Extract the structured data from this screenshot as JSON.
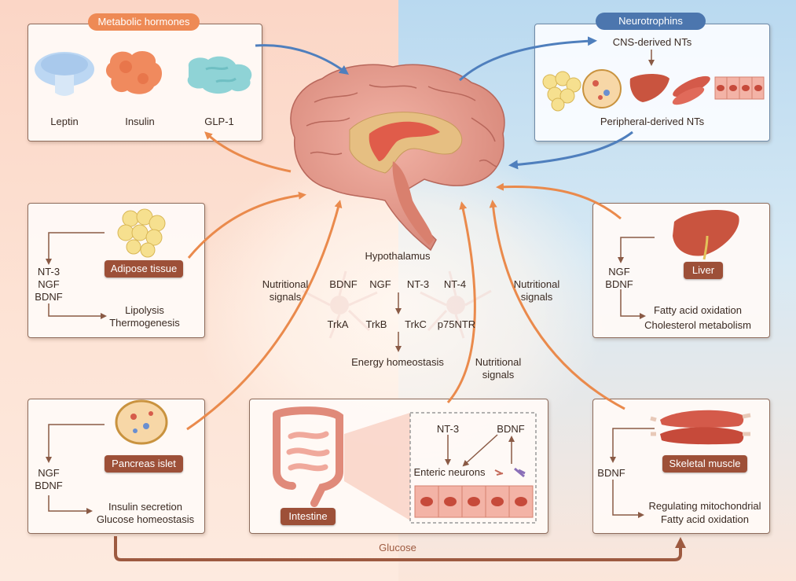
{
  "headers": {
    "metabolic_hormones": "Metabolic hormones",
    "neurotrophins": "Neurotrophins"
  },
  "hormones": {
    "leptin": "Leptin",
    "insulin": "Insulin",
    "glp1": "GLP-1"
  },
  "neuro_box": {
    "cns": "CNS-derived NTs",
    "peripheral": "Peripheral-derived NTs"
  },
  "hypothalamus": {
    "title": "Hypothalamus",
    "ligands": [
      "BDNF",
      "NGF",
      "NT-3",
      "NT-4"
    ],
    "receptors": [
      "TrkA",
      "TrkB",
      "TrkC",
      "p75NTR"
    ],
    "outcome": "Energy homeostasis"
  },
  "nutritional_signals": [
    "Nutritional",
    "signals"
  ],
  "adipose": {
    "tag": "Adipose tissue",
    "factors": [
      "NT-3",
      "NGF",
      "BDNF"
    ],
    "effects": [
      "Lipolysis",
      "Thermogenesis"
    ]
  },
  "liver": {
    "tag": "Liver",
    "factors": [
      "NGF",
      "BDNF"
    ],
    "effects": [
      "Fatty acid oxidation",
      "Cholesterol metabolism"
    ]
  },
  "pancreas": {
    "tag": "Pancreas islet",
    "factors": [
      "NGF",
      "BDNF"
    ],
    "effects": [
      "Insulin secretion",
      "Glucose homeostasis"
    ]
  },
  "intestine": {
    "tag": "Intestine",
    "nt3": "NT-3",
    "bdnf": "BDNF",
    "enteric": "Enteric neurons"
  },
  "muscle": {
    "tag": "Skeletal muscle",
    "factor": "BDNF",
    "effects": [
      "Regulating mitochondrial",
      "Fatty acid oxidation"
    ]
  },
  "glucose": "Glucose",
  "colors": {
    "orange_arrow": "#ea8a4c",
    "blue_arrow": "#4f7fbd",
    "brown_line": "#8a5a45",
    "tag_bg": "#9d5038"
  }
}
